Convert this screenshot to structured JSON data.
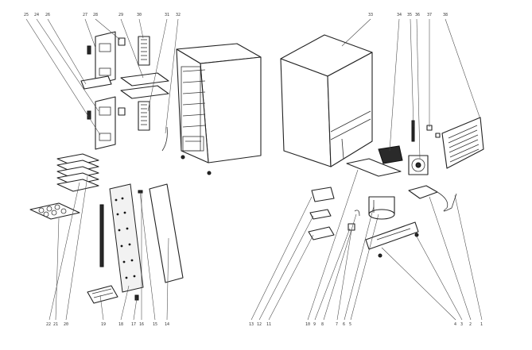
{
  "callouts_top": [
    "25",
    "24",
    "26",
    "27",
    "28",
    "29",
    "30",
    "31",
    "32",
    "33",
    "34",
    "35",
    "36",
    "37",
    "38"
  ],
  "callouts_bottom": [
    "22",
    "21",
    "20",
    "19",
    "18",
    "17",
    "16",
    "15",
    "14",
    "13",
    "12",
    "11",
    "10",
    "9",
    "8",
    "7",
    "6",
    "5",
    "4",
    "3",
    "2",
    "1"
  ]
}
